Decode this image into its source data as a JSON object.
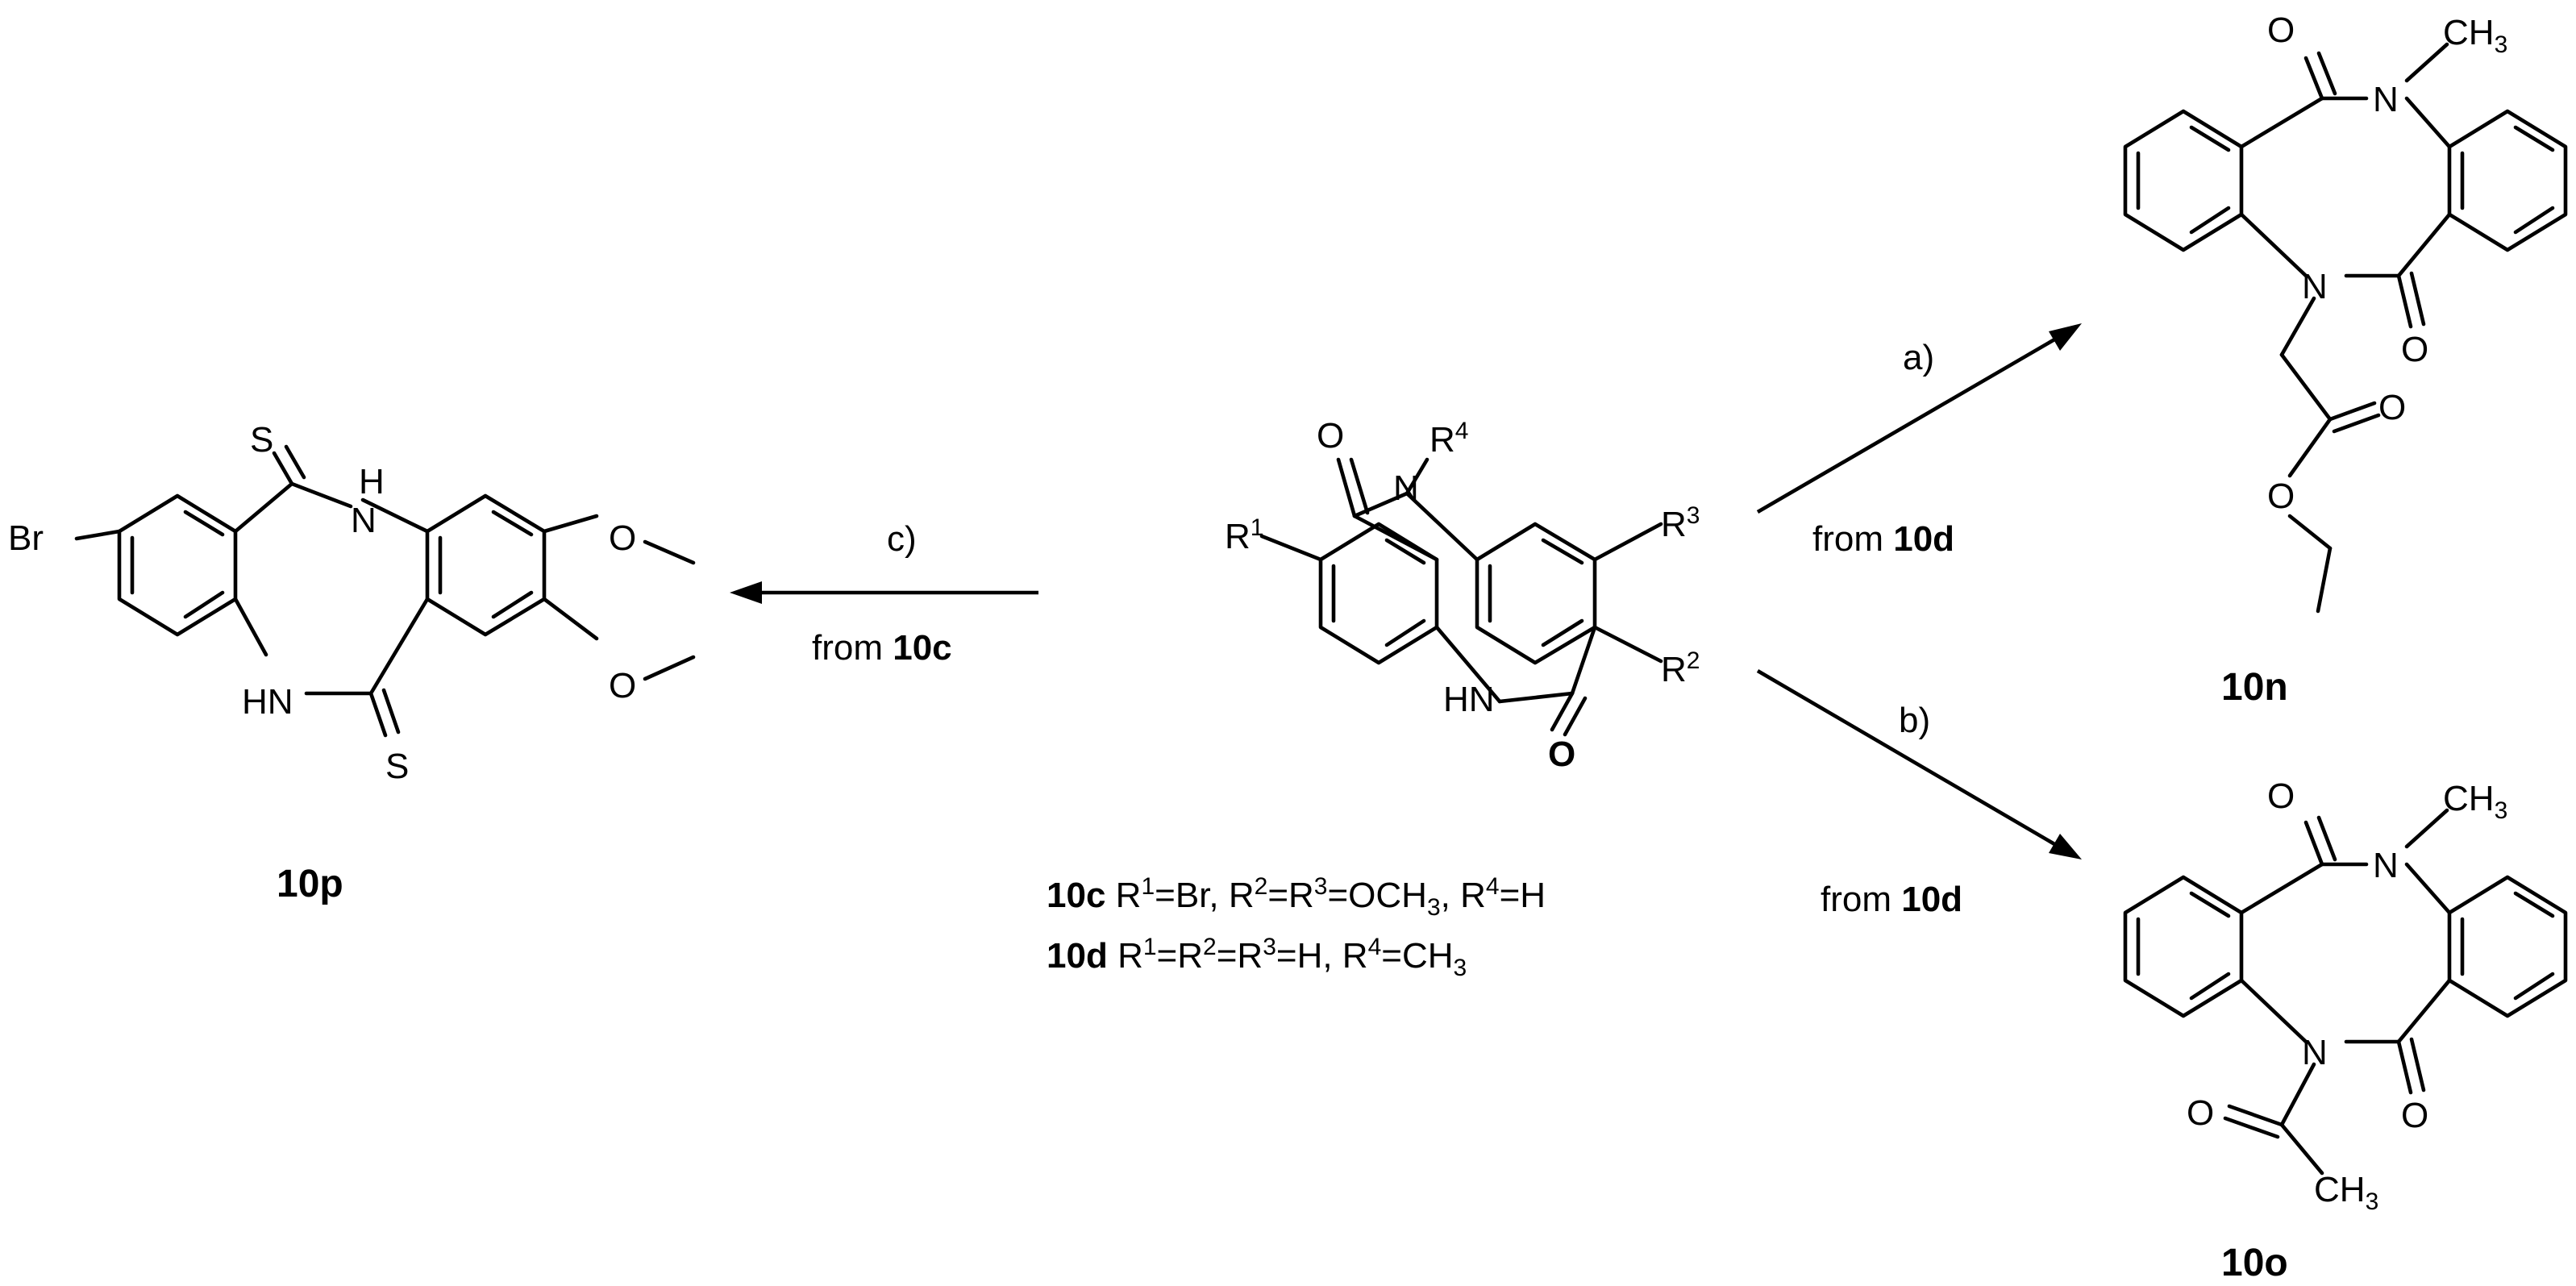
{
  "scheme": {
    "center": {
      "atoms": {
        "o_top": "O",
        "n_top": "N",
        "r4": "R",
        "r4_sup": "4",
        "r1": "R",
        "r1_sup": "1",
        "r3": "R",
        "r3_sup": "3",
        "r2": "R",
        "r2_sup": "2",
        "hn": "HN",
        "o_bottom": "O"
      },
      "definitions": [
        {
          "compound": "10c",
          "segments": [
            "R",
            "1",
            "=Br, R",
            "2",
            "=R",
            "3",
            "=OCH",
            "3",
            ", R",
            "4",
            "=H"
          ]
        },
        {
          "compound": "10d",
          "segments": [
            "R",
            "1",
            "=R",
            "2",
            "=R",
            "3",
            "=H, R",
            "4",
            "=CH",
            "3"
          ]
        }
      ]
    },
    "product_10p": {
      "label": "10p",
      "atoms": {
        "s_top": "S",
        "nh_top": "H",
        "n_top": "N",
        "br": "Br",
        "hn": "HN",
        "s_bottom": "S",
        "o1": "O",
        "o2": "O"
      }
    },
    "product_10n": {
      "label": "10n",
      "atoms": {
        "o_top": "O",
        "n_top": "N",
        "ch3": "CH",
        "ch3_sub": "3",
        "n_bottom": "N",
        "o_right": "O",
        "o_ester1": "O",
        "o_ester2": "O"
      }
    },
    "product_10o": {
      "label": "10o",
      "atoms": {
        "o_top": "O",
        "n_top": "N",
        "ch3": "CH",
        "ch3_sub": "3",
        "n_bottom": "N",
        "o_right": "O",
        "o_acetyl": "O",
        "ch3_acetyl": "CH",
        "ch3_acetyl_sub": "3"
      }
    },
    "arrows": {
      "a": {
        "letter": "a)",
        "from_text": "from ",
        "from_compound": "10d"
      },
      "b": {
        "letter": "b)",
        "from_text": "from ",
        "from_compound": "10d"
      },
      "c": {
        "letter": "c)",
        "from_text": "from ",
        "from_compound": "10c"
      }
    }
  }
}
